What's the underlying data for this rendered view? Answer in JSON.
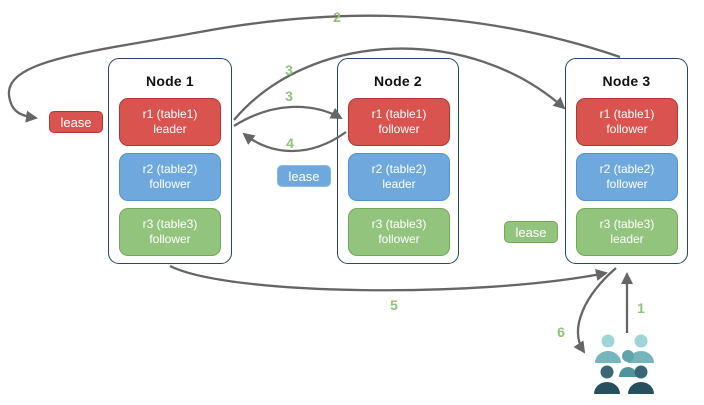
{
  "nodes": [
    {
      "title": "Node 1",
      "replicas": [
        {
          "line1": "r1 (table1)",
          "line2": "leader",
          "color": "red"
        },
        {
          "line1": "r2 (table2)",
          "line2": "follower",
          "color": "blue"
        },
        {
          "line1": "r3 (table3)",
          "line2": "follower",
          "color": "green"
        }
      ]
    },
    {
      "title": "Node 2",
      "replicas": [
        {
          "line1": "r1 (table1)",
          "line2": "follower",
          "color": "red"
        },
        {
          "line1": "r2 (table2)",
          "line2": "leader",
          "color": "blue"
        },
        {
          "line1": "r3 (table3)",
          "line2": "follower",
          "color": "green"
        }
      ]
    },
    {
      "title": "Node 3",
      "replicas": [
        {
          "line1": "r1 (table1)",
          "line2": "follower",
          "color": "red"
        },
        {
          "line1": "r2 (table2)",
          "line2": "follower",
          "color": "blue"
        },
        {
          "line1": "r3 (table3)",
          "line2": "leader",
          "color": "green"
        }
      ]
    }
  ],
  "leases": [
    {
      "label": "lease",
      "color": "red"
    },
    {
      "label": "lease",
      "color": "blue"
    },
    {
      "label": "lease",
      "color": "green"
    }
  ],
  "steps": [
    "1",
    "2",
    "3",
    "3",
    "4",
    "5",
    "6"
  ],
  "icons": {
    "users": "users-icon"
  },
  "colors": {
    "replica_red": "#d9534f",
    "replica_blue": "#6fa8dc",
    "replica_green": "#93c47d",
    "node_border": "#27466b",
    "arrow": "#666666",
    "step_label": "#8fc377",
    "users_light": "#9fd4d6",
    "users_mid": "#61a4ab",
    "users_dark": "#27505f"
  }
}
